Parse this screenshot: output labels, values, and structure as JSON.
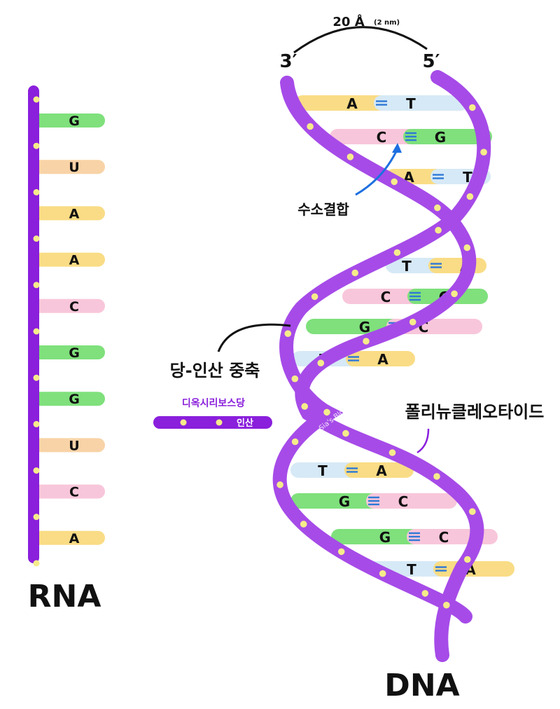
{
  "colors": {
    "backbone": "#a64be8",
    "backbone_dark": "#8a1fdc",
    "phosphate": "#f5ec8a",
    "A": "#f9dc85",
    "T": "#d6e9f6",
    "G": "#7fe07c",
    "C": "#f8c6da",
    "U": "#f8d3a7",
    "hbond": "#2f79d6",
    "arrow": "#1d6fe0"
  },
  "rna": {
    "label": "RNA",
    "bases": [
      "G",
      "U",
      "A",
      "A",
      "C",
      "G",
      "G",
      "U",
      "C",
      "A"
    ]
  },
  "dna": {
    "label": "DNA",
    "width_label": "20 Å",
    "width_sub": "(2 nm)",
    "end_left": "3′",
    "end_right": "5′",
    "pairs": [
      [
        "A",
        "T",
        2
      ],
      [
        "C",
        "G",
        3
      ],
      [
        "A",
        "T",
        2
      ],
      [
        "T",
        "A",
        2
      ],
      [
        "C",
        "G",
        3
      ],
      [
        "G",
        "C",
        3
      ],
      [
        "T",
        "A",
        2
      ],
      [
        "T",
        "A",
        2
      ],
      [
        "G",
        "C",
        3
      ],
      [
        "G",
        "C",
        3
      ],
      [
        "T",
        "A",
        2
      ]
    ],
    "hbond_label": "수소결합",
    "backbone_label": "당-인산 중축",
    "polynucleotide_label": "폴리뉴클레오타이드",
    "watermark": "Sia's Blog"
  },
  "legend": {
    "sugar_label": "디옥시리보스당",
    "phosphate_label": "인산"
  }
}
